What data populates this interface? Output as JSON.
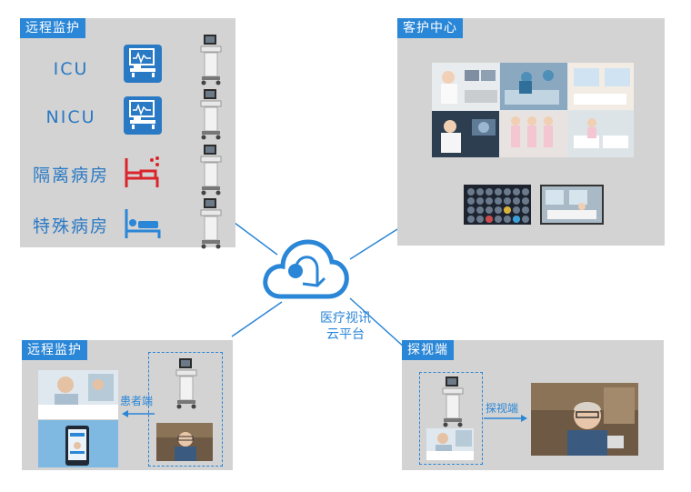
{
  "top_left": {
    "tag": "远程监护",
    "rows": [
      {
        "label": "ICU",
        "icon": "icu-monitor-icon"
      },
      {
        "label": "NICU",
        "icon": "nicu-monitor-icon"
      },
      {
        "label": "隔离病房",
        "icon": "isolation-bed-icon"
      },
      {
        "label": "特殊病房",
        "icon": "special-bed-icon"
      }
    ]
  },
  "top_right": {
    "tag": "客护中心"
  },
  "cloud": {
    "line1": "医疗视讯",
    "line2": "云平台"
  },
  "bottom_left": {
    "tag": "远程监护",
    "arrow_label": "患者端"
  },
  "bottom_right": {
    "tag": "探视端",
    "arrow_label": "探视端"
  },
  "colors": {
    "accent": "#2a86d6",
    "red": "#d9252b",
    "panel": "#d3d3d3"
  }
}
